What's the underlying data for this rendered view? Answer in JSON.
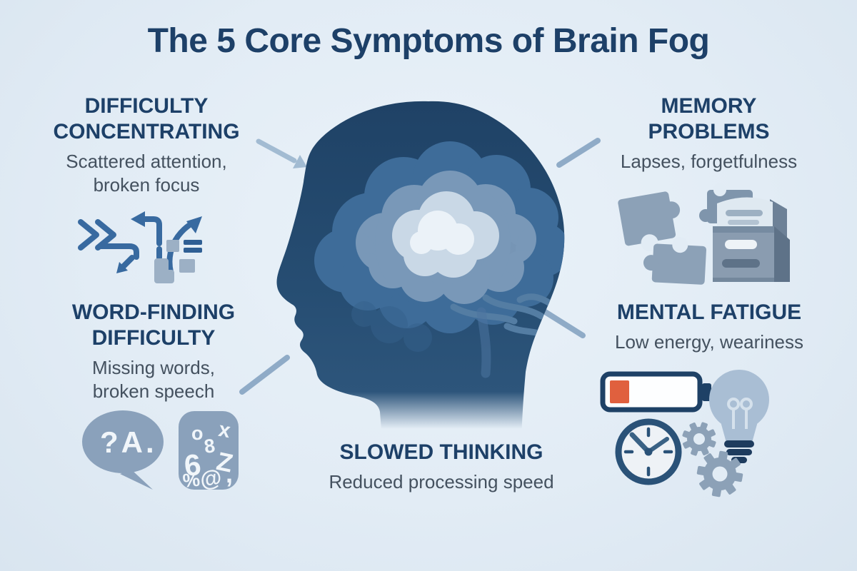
{
  "title": "The 5 Core Symptoms of Brain Fog",
  "central_figure": {
    "icon": "head-silhouette-with-fog-cloud-icon"
  },
  "symptoms": [
    {
      "name": "difficulty-concentrating",
      "heading_lines": [
        "DIFFICULTY",
        "CONCENTRATING"
      ],
      "description_lines": [
        "Scattered attention,",
        "broken focus"
      ],
      "icon": "scattered-arrows-icon",
      "position": "top-left"
    },
    {
      "name": "word-finding-difficulty",
      "heading_lines": [
        "WORD-FINDING",
        "DIFFICULTY"
      ],
      "description_lines": [
        "Missing words,",
        "broken speech"
      ],
      "icon": "speech-bubble-letter-tile-icon",
      "position": "bottom-left"
    },
    {
      "name": "memory-problems",
      "heading_lines": [
        "MEMORY",
        "PROBLEMS"
      ],
      "description_lines": [
        "Lapses, forgetfulness"
      ],
      "icon": "puzzle-pieces-archive-box-icon",
      "position": "top-right"
    },
    {
      "name": "mental-fatigue",
      "heading_lines": [
        "MENTAL FATIGUE"
      ],
      "description_lines": [
        "Low energy, weariness"
      ],
      "icon": "low-battery-bulb-clock-gears-icon",
      "position": "bottom-right"
    },
    {
      "name": "slowed-thinking",
      "heading_lines": [
        "SLOWED THINKING"
      ],
      "description_lines": [
        "Reduced processing speed"
      ],
      "icon": "",
      "position": "bottom-center"
    }
  ],
  "icon_text": {
    "speech_bubble": "?A.",
    "tile_glyphs": [
      "o",
      "x",
      "8",
      "6",
      "Z",
      "%",
      "@",
      ","
    ]
  },
  "colors": {
    "background": "#e2ecf5",
    "heading_navy": "#1d4068",
    "subtext_gray": "#44515f",
    "head_silhouette": "#24496e",
    "accent_blue": "#386aa0",
    "icon_gray_blue": "#8aa1bb",
    "connector_line": "#93afc9",
    "battery_charge_red": "#e0603e"
  }
}
